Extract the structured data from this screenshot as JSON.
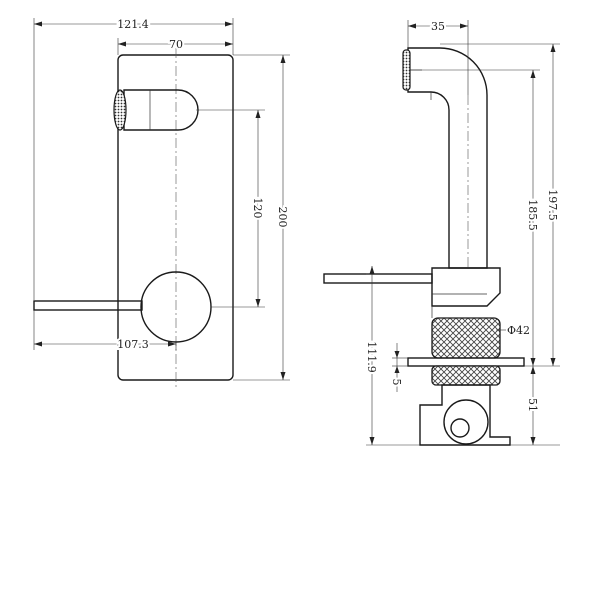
{
  "front_view": {
    "dims": {
      "overall_width": "121.4",
      "plate_width": "70",
      "spout_to_lever": "120",
      "plate_height": "200",
      "lever_reach": "107.3"
    }
  },
  "side_view": {
    "dims": {
      "spout_projection": "35",
      "overall_height": "197.5",
      "spout_height": "185.5",
      "handle_diameter": "Φ42",
      "lever_height": "111.9",
      "gap": "5",
      "body_depth": "51"
    }
  },
  "colors": {
    "line": "#1a1a1a",
    "hatch": "#555555"
  }
}
